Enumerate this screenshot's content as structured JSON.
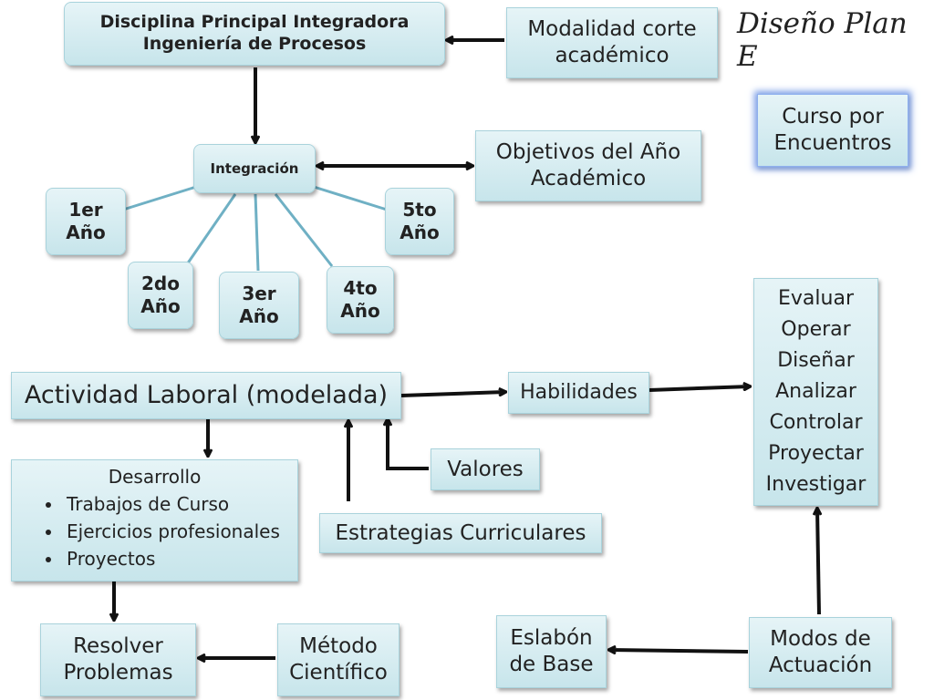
{
  "diagram_title": "Diseño Plan E",
  "main_discipline": "Disciplina Principal Integradora\nIngeniería de Procesos",
  "modalidad": "Modalidad corte\nacadémico",
  "curso": "Curso  por\nEncuentros",
  "integracion": "Integración",
  "objetivos": "Objetivos del Año\nAcadémico",
  "years": [
    "1er\nAño",
    "2do\nAño",
    "3er\nAño",
    "4to\nAño",
    "5to\nAño"
  ],
  "actividad": "Actividad Laboral (modelada)",
  "habilidades": "Habilidades",
  "valores": "Valores",
  "estrategias": "Estrategias Curriculares",
  "desarrollo": {
    "title": "Desarrollo",
    "items": [
      "Trabajos de Curso",
      "Ejercicios profesionales",
      "Proyectos"
    ]
  },
  "acciones": [
    "Evaluar",
    "Operar",
    "Diseñar",
    "Analizar",
    "Controlar",
    "Proyectar",
    "Investigar"
  ],
  "resolver": "Resolver\nProblemas",
  "metodo": "Método\nCientífico",
  "eslabon": "Eslabón\nde Base",
  "modos": "Modos de\nActuación",
  "colors": {
    "node_fill": "#d2ebf0",
    "node_border": "#a9d3dc",
    "spoke": "#6fb0c4",
    "arrow": "#111111",
    "glow": "#7b9ee6"
  }
}
